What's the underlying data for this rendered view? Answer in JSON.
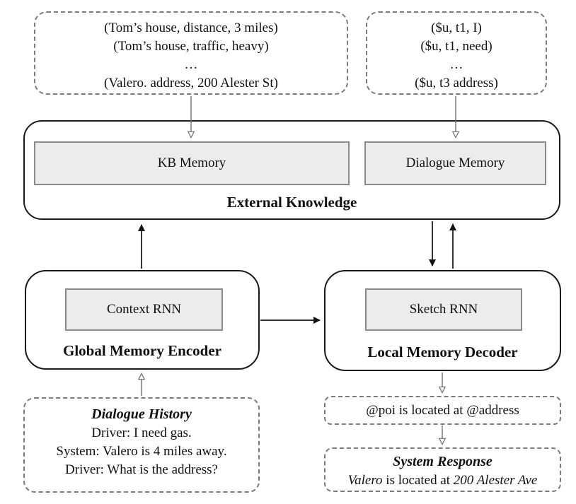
{
  "diagram": {
    "kb_triples": {
      "lines": [
        "(Tom’s house, distance, 3 miles)",
        "(Tom’s house, traffic, heavy)",
        "…",
        "(Valero. address, 200 Alester St)"
      ]
    },
    "dialogue_triples": {
      "lines": [
        "($u, t1, I)",
        "($u, t1, need)",
        "…",
        "($u, t3 address)"
      ]
    },
    "external_knowledge": {
      "label": "External Knowledge",
      "kb_memory_label": "KB Memory",
      "dialogue_memory_label": "Dialogue Memory"
    },
    "encoder": {
      "label": "Global Memory Encoder",
      "rnn_label": "Context RNN"
    },
    "decoder": {
      "label": "Local Memory Decoder",
      "rnn_label": "Sketch RNN"
    },
    "dialogue_history": {
      "title": "Dialogue History",
      "lines": [
        "Driver: I need gas.",
        "System: Valero is 4 miles away.",
        "Driver: What is the address?"
      ]
    },
    "sketch_output": {
      "text": "@poi is located at @address"
    },
    "system_response": {
      "title": "System Response",
      "parts": {
        "poi": "Valero",
        "middle": " is located at ",
        "address": "200 Alester Ave"
      }
    },
    "colors": {
      "solid_border": "#1a1a1a",
      "dashed_border": "#7b7b7b",
      "memory_fill": "#ececec",
      "memory_border": "#8a8a8a",
      "connector_gray": "#6e6e6e",
      "arrow_black": "#111111"
    }
  }
}
